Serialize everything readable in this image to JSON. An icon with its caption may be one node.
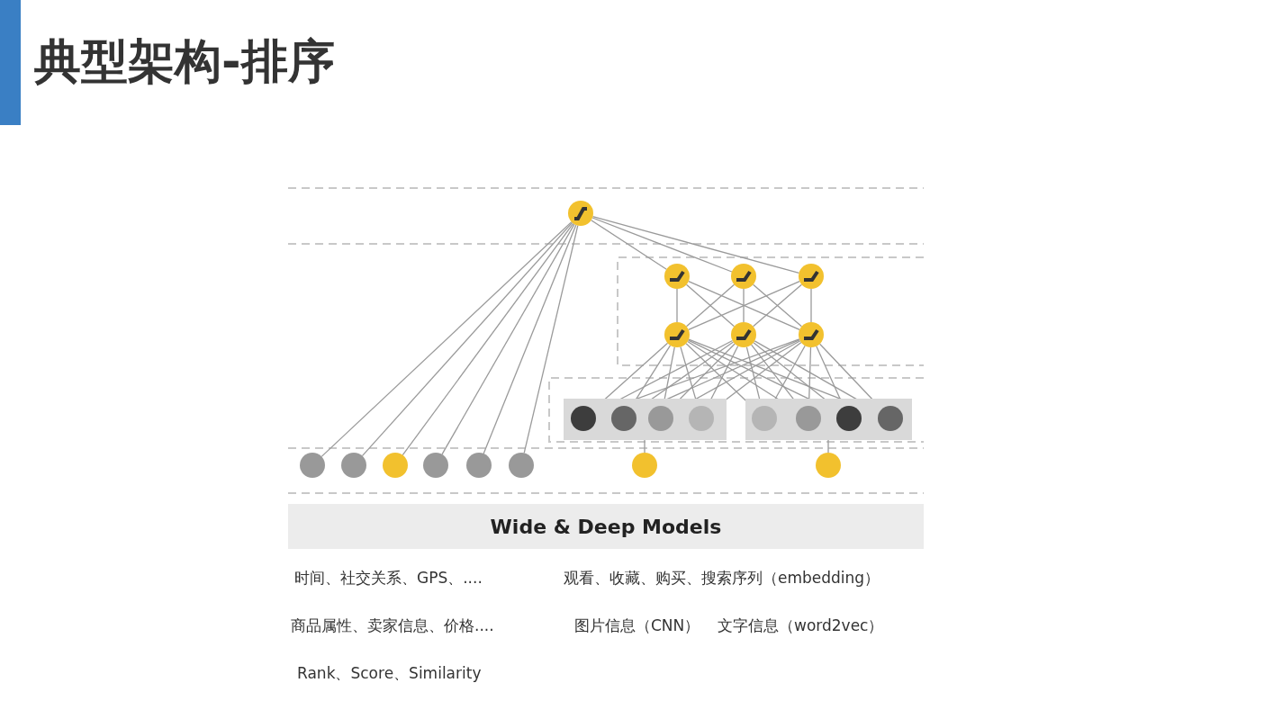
{
  "diagram": {
    "title": "典型架构-排序",
    "nodes": [
      {
        "text": [],
        "shape": "circle"
      },
      {
        "text": [],
        "shape": "circle"
      },
      {
        "text": [],
        "shape": "circle"
      },
      {
        "text": [],
        "shape": "circle"
      },
      {
        "text": [],
        "shape": "circle"
      },
      {
        "text": [],
        "shape": "circle"
      },
      {
        "text": [],
        "shape": "circle"
      },
      {
        "text": [],
        "shape": "box"
      },
      {
        "text": [],
        "shape": "circle",
        "in": 7
      },
      {
        "text": [],
        "shape": "circle",
        "in": 7
      },
      {
        "text": [],
        "shape": "circle",
        "in": 7
      },
      {
        "text": [],
        "shape": "circle",
        "in": 7
      },
      {
        "text": [],
        "shape": "box"
      },
      {
        "text": [],
        "shape": "circle",
        "in": 12
      },
      {
        "text": [],
        "shape": "circle",
        "in": 12
      },
      {
        "text": [],
        "shape": "circle",
        "in": 12
      },
      {
        "text": [],
        "shape": "circle",
        "in": 12
      },
      {
        "text": [],
        "shape": "circle"
      },
      {
        "text": [],
        "shape": "circle"
      },
      {
        "text": [],
        "shape": "circle"
      },
      {
        "text": [],
        "shape": "circle"
      },
      {
        "text": [],
        "shape": "circle"
      },
      {
        "text": [],
        "shape": "circle"
      },
      {
        "text": [],
        "shape": "circle"
      },
      {
        "text": [],
        "shape": "circle"
      }
    ],
    "edges": [
      {
        "from": 0,
        "to": 17,
        "arrow": "none"
      },
      {
        "from": 0,
        "to": 18,
        "arrow": "none"
      },
      {
        "from": 0,
        "to": 19,
        "arrow": "none"
      },
      {
        "from": 0,
        "to": 20,
        "arrow": "none"
      },
      {
        "from": 0,
        "to": 21,
        "arrow": "none"
      },
      {
        "from": 0,
        "to": 22,
        "arrow": "none"
      },
      {
        "from": 0,
        "to": 1,
        "arrow": "none"
      },
      {
        "from": 0,
        "to": 2,
        "arrow": "none"
      },
      {
        "from": 0,
        "to": 3,
        "arrow": "none"
      },
      {
        "from": 1,
        "to": 4,
        "arrow": "none"
      },
      {
        "from": 1,
        "to": 5,
        "arrow": "none"
      },
      {
        "from": 1,
        "to": 6,
        "arrow": "none"
      },
      {
        "from": 2,
        "to": 4,
        "arrow": "none"
      },
      {
        "from": 2,
        "to": 5,
        "arrow": "none"
      },
      {
        "from": 2,
        "to": 6,
        "arrow": "none"
      },
      {
        "from": 3,
        "to": 4,
        "arrow": "none"
      },
      {
        "from": 3,
        "to": 5,
        "arrow": "none"
      },
      {
        "from": 3,
        "to": 6,
        "arrow": "none"
      },
      {
        "from": 4,
        "to": 8,
        "arrow": "none"
      },
      {
        "from": 4,
        "to": 9,
        "arrow": "none"
      },
      {
        "from": 4,
        "to": 10,
        "arrow": "none"
      },
      {
        "from": 4,
        "to": 11,
        "arrow": "none"
      },
      {
        "from": 4,
        "to": 13,
        "arrow": "none"
      },
      {
        "from": 4,
        "to": 14,
        "arrow": "none"
      },
      {
        "from": 4,
        "to": 15,
        "arrow": "none"
      },
      {
        "from": 4,
        "to": 16,
        "arrow": "none"
      },
      {
        "from": 5,
        "to": 8,
        "arrow": "none"
      },
      {
        "from": 5,
        "to": 9,
        "arrow": "none"
      },
      {
        "from": 5,
        "to": 10,
        "arrow": "none"
      },
      {
        "from": 5,
        "to": 11,
        "arrow": "none"
      },
      {
        "from": 5,
        "to": 13,
        "arrow": "none"
      },
      {
        "from": 5,
        "to": 14,
        "arrow": "none"
      },
      {
        "from": 5,
        "to": 15,
        "arrow": "none"
      },
      {
        "from": 5,
        "to": 16,
        "arrow": "none"
      },
      {
        "from": 6,
        "to": 8,
        "arrow": "none"
      },
      {
        "from": 6,
        "to": 9,
        "arrow": "none"
      },
      {
        "from": 6,
        "to": 10,
        "arrow": "none"
      },
      {
        "from": 6,
        "to": 11,
        "arrow": "none"
      },
      {
        "from": 6,
        "to": 13,
        "arrow": "none"
      },
      {
        "from": 6,
        "to": 14,
        "arrow": "none"
      },
      {
        "from": 6,
        "to": 15,
        "arrow": "none"
      },
      {
        "from": 6,
        "to": 16,
        "arrow": "none"
      },
      {
        "from": 7,
        "to": 23,
        "arrow": "none"
      },
      {
        "from": 12,
        "to": 24,
        "arrow": "none"
      }
    ],
    "labels": [
      "Wide & Deep Models",
      "时间、社交关系、GPS、....",
      "观看、收藏、购买、搜索序列（embedding）",
      "商品属性、卖家信息、价格....",
      "图片信息（CNN）",
      "文字信息（word2vec）",
      "Rank、Score、Similarity"
    ]
  }
}
